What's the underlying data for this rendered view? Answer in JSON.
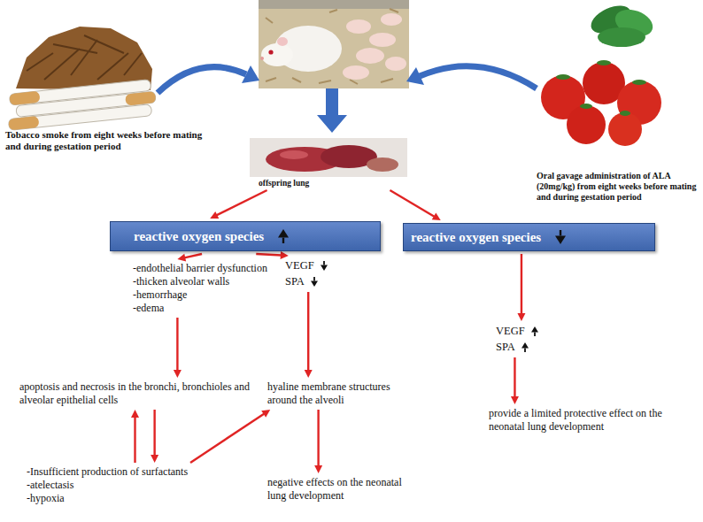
{
  "diagram": {
    "nodes": [
      {
        "text": [
          "offspring lung"
        ]
      },
      {
        "text": [
          "reactive oxygen species"
        ]
      },
      {
        "text": [
          "reactive oxygen species"
        ]
      },
      {
        "text": [
          "-endothelial barrier dysfunction",
          "-thicken alveolar walls",
          "-hemorrhage",
          "-edema"
        ]
      },
      {
        "text": [
          "VEGF",
          "SPA"
        ]
      },
      {
        "text": [
          "VEGF",
          "SPA"
        ]
      },
      {
        "text": [
          "apoptosis and necrosis in the bronchi, bronchioles and alveolar epithelial cells"
        ]
      },
      {
        "text": [
          "hyaline membrane structures around the alveoli"
        ]
      },
      {
        "text": [
          "provide a limited protective effect on the neonatal lung development"
        ]
      },
      {
        "text": [
          "-Insufficient production of surfactants",
          "-atelectasis",
          "-hypoxia"
        ]
      },
      {
        "text": [
          "negative effects on the neonatal lung development"
        ]
      }
    ],
    "edges": [
      {
        "from": 0,
        "to": 1,
        "arrow": "to"
      },
      {
        "from": 0,
        "to": 2,
        "arrow": "to"
      },
      {
        "from": 1,
        "to": 3,
        "arrow": "to"
      },
      {
        "from": 1,
        "to": 4,
        "arrow": "to"
      },
      {
        "from": 2,
        "to": 5,
        "arrow": "to"
      },
      {
        "from": 3,
        "to": 6,
        "arrow": "to"
      },
      {
        "from": 4,
        "to": 7,
        "arrow": "to"
      },
      {
        "from": 5,
        "to": 8,
        "arrow": "to"
      },
      {
        "from": 6,
        "to": 9,
        "arrow": "to"
      },
      {
        "from": 9,
        "to": 6,
        "arrow": "to"
      },
      {
        "from": 9,
        "to": 7,
        "arrow": "to"
      },
      {
        "from": 7,
        "to": 10,
        "arrow": "to"
      }
    ],
    "labels": [
      "Tobacco smoke from eight weeks before mating and during gestation period",
      "Oral gavage administration of ALA (20mg/kg) from eight weeks before mating and during gestation period"
    ]
  }
}
